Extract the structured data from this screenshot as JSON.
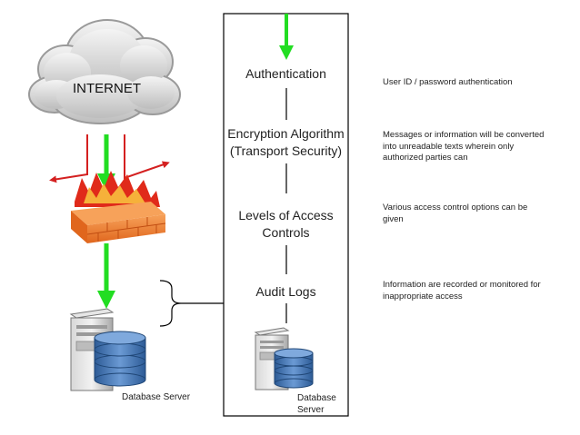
{
  "internet": {
    "label": "INTERNET",
    "icon": "cloud-icon"
  },
  "firewall": {
    "icon": "firewall-icon"
  },
  "database_left": {
    "caption": "Database Server",
    "icon": "database-server-icon"
  },
  "database_right": {
    "caption": "Database Server",
    "icon": "database-server-icon"
  },
  "steps": [
    {
      "label": "Authentication",
      "note": "User ID / password authentication"
    },
    {
      "label": "Encryption Algorithm (Transport Security)",
      "note": "Messages or information will be converted into unreadable texts wherein only authorized parties can"
    },
    {
      "label": "Levels of Access Controls",
      "note": "Various access control options can be given"
    },
    {
      "label": "Audit Logs",
      "note": "Information are recorded or monitored for inappropriate access"
    }
  ],
  "colors": {
    "arrow_green": "#22dd22",
    "arrow_red": "#d42020",
    "brick": "#f07a2a",
    "flame": "#e02a1a",
    "server_blue": "#3a6fb0",
    "box_stroke": "#000000"
  }
}
